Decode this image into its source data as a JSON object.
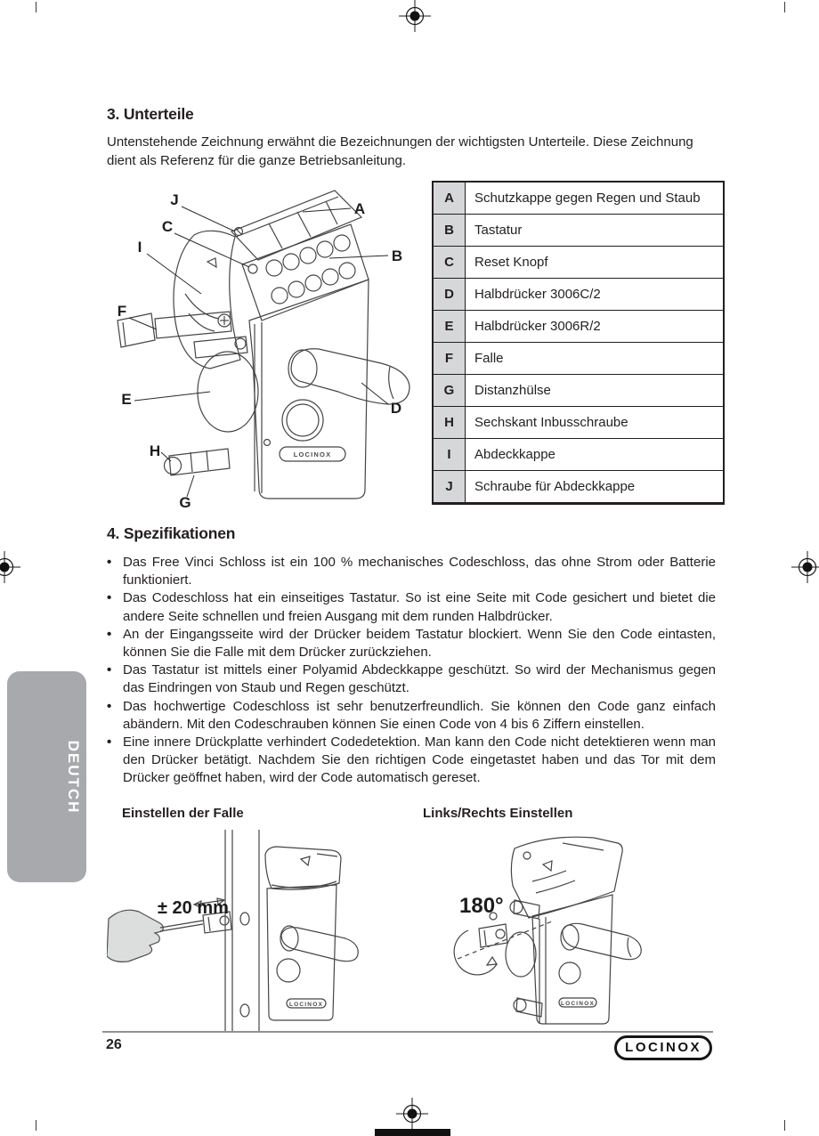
{
  "meta": {
    "language_tab": "DEUTCH"
  },
  "colors": {
    "text": "#231f20",
    "tab_bg": "#a7a9ac",
    "table_key_bg": "#d6d7d8",
    "rule": "#8f9194"
  },
  "section_unterteile": {
    "title": "3. Unterteile",
    "intro": "Untenstehende Zeichnung erwähnt die Bezeichnungen der wichtigsten Unterteile. Diese Zeichnung dient als Referenz für die ganze Betriebsanleitung.",
    "parts": [
      {
        "key": "A",
        "label": "Schutzkappe gegen Regen und Staub"
      },
      {
        "key": "B",
        "label": "Tastatur"
      },
      {
        "key": "C",
        "label": "Reset Knopf"
      },
      {
        "key": "D",
        "label": "Halbdrücker 3006C/2"
      },
      {
        "key": "E",
        "label": "Halbdrücker 3006R/2"
      },
      {
        "key": "F",
        "label": "Falle"
      },
      {
        "key": "G",
        "label": "Distanzhülse"
      },
      {
        "key": "H",
        "label": "Sechskant Inbusschraube"
      },
      {
        "key": "I",
        "label": "Abdeckkappe"
      },
      {
        "key": "J",
        "label": "Schraube für Abdeckkappe"
      }
    ],
    "diagram": {
      "plate_text": "LOCINOX",
      "callouts": [
        {
          "letter": "J"
        },
        {
          "letter": "C"
        },
        {
          "letter": "I"
        },
        {
          "letter": "F"
        },
        {
          "letter": "E"
        },
        {
          "letter": "H"
        },
        {
          "letter": "G"
        },
        {
          "letter": "A"
        },
        {
          "letter": "B"
        },
        {
          "letter": "D"
        }
      ]
    }
  },
  "section_spezifikationen": {
    "title": "4. Spezifikationen",
    "bullets": [
      "Das Free Vinci Schloss ist ein 100 % mechanisches Codeschloss, das ohne Strom oder Batterie funktioniert.",
      "Das Codeschloss hat ein einseitiges Tastatur. So ist eine Seite mit Code gesichert und bietet die andere Seite schnellen und freien Ausgang mit dem runden Halbdrücker.",
      "An der Eingangsseite wird der Drücker beidem Tastatur blockiert. Wenn Sie den Code eintasten, können Sie die Falle mit dem Drücker zurückziehen.",
      "Das Tastatur ist mittels einer Polyamid Abdeckkappe geschützt. So wird der Mechanismus gegen das Eindringen von Staub und Regen geschützt.",
      "Das hochwertige Codeschloss ist sehr benutzerfreundlich. Sie können den Code ganz einfach abändern. Mit den Codeschrauben können Sie einen Code von 4 bis 6 Ziffern einstellen.",
      "Eine innere Drückplatte verhindert Codedetektion. Man kann den Code nicht detektieren wenn man den Drücker betätigt. Nachdem Sie den richtigen Code eingetastet haben und das Tor mit dem Drücker geöffnet haben, wird der Code automatisch gereset."
    ]
  },
  "figures": {
    "left": {
      "title": "Einstellen der Falle",
      "annotation": "± 20 mm",
      "plate_text": "LOCINOX"
    },
    "right": {
      "title": "Links/Rechts Einstellen",
      "annotation": "180°",
      "plate_text": "LOCINOX"
    }
  },
  "footer": {
    "page_number": "26",
    "logo": "LOCINOX"
  }
}
